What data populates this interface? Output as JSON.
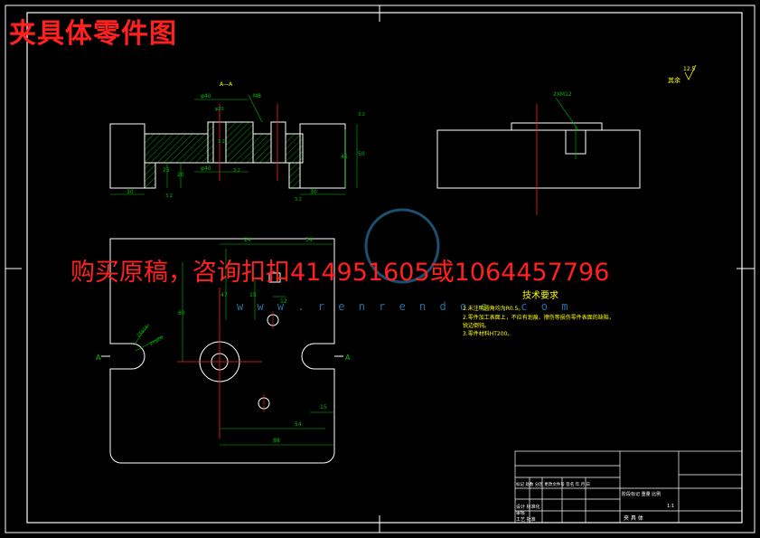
{
  "overlay": {
    "title": "夹具体零件图",
    "purchase": "购买原稿，咨询扣扣414951605或1064457796",
    "watermark": "w w w . r e n r e n d o c . c o m"
  },
  "section_label": "A—A",
  "front_view": {
    "dims": {
      "phi40_top": "φ40",
      "phi40_bottom": "φ40",
      "phi20": "φ20",
      "m8": "M8",
      "d30_left": "30",
      "d30_right": "30",
      "d25": "25",
      "d20": "20",
      "d46": "46",
      "d50": "50",
      "r32_a": "3.2",
      "r32_b": "3.2",
      "r32_c": "3.2",
      "r32_d": "3.2",
      "r32_e": "3.2"
    }
  },
  "side_view": {
    "label": "2XM12"
  },
  "plan_view": {
    "dims": {
      "d24": "24",
      "d34": "34",
      "d47": "47",
      "d80": "80",
      "d15_top": "15",
      "d12": "12",
      "d15_right": "15",
      "d54": "54",
      "d88": "88",
      "hole_a": "2Xφ16",
      "hole_b": "2Xφ20",
      "a_left": "A",
      "a_right": "A"
    }
  },
  "roughness": {
    "prefix": "其余",
    "value": "12.5"
  },
  "tech_req": {
    "title": "技术要求",
    "lines": [
      "1.未注明圆角均为R0.5。",
      "2.零件加工表面上，不应有划痕、擦伤等损伤零件表面的缺陷，",
      "  锐边倒钝。",
      "3.零件材料HT200。"
    ]
  },
  "title_block": {
    "part_name": "夹 具 体",
    "scale_header": "阶段标记  重量  比例",
    "scale_value": "1:1",
    "rows": [
      "标记 处数 分区 更改文件号 签名 年.月.日",
      "设计 标准化",
      "审核",
      "工艺 批准"
    ]
  }
}
